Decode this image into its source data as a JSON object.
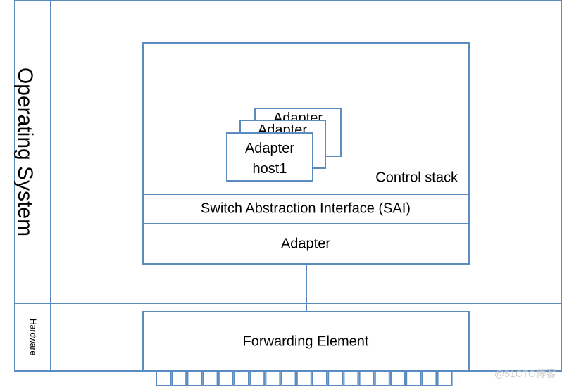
{
  "labels": {
    "operating_system": "Operating System",
    "hardware": "Hardware",
    "control_stack": "Control stack",
    "sai": "Switch Abstraction Interface (SAI)",
    "adapter": "Adapter",
    "forwarding_element": "Forwarding Element",
    "adapter_back": "Adapter",
    "adapter_mid": "Adapter",
    "adapter_front_line1": "Adapter",
    "adapter_front_line2": "host1"
  },
  "ports": {
    "count": 19
  },
  "watermark": "@51CTO博客",
  "colors": {
    "border": "#5b8cc0",
    "text": "#000000",
    "background": "#ffffff"
  }
}
